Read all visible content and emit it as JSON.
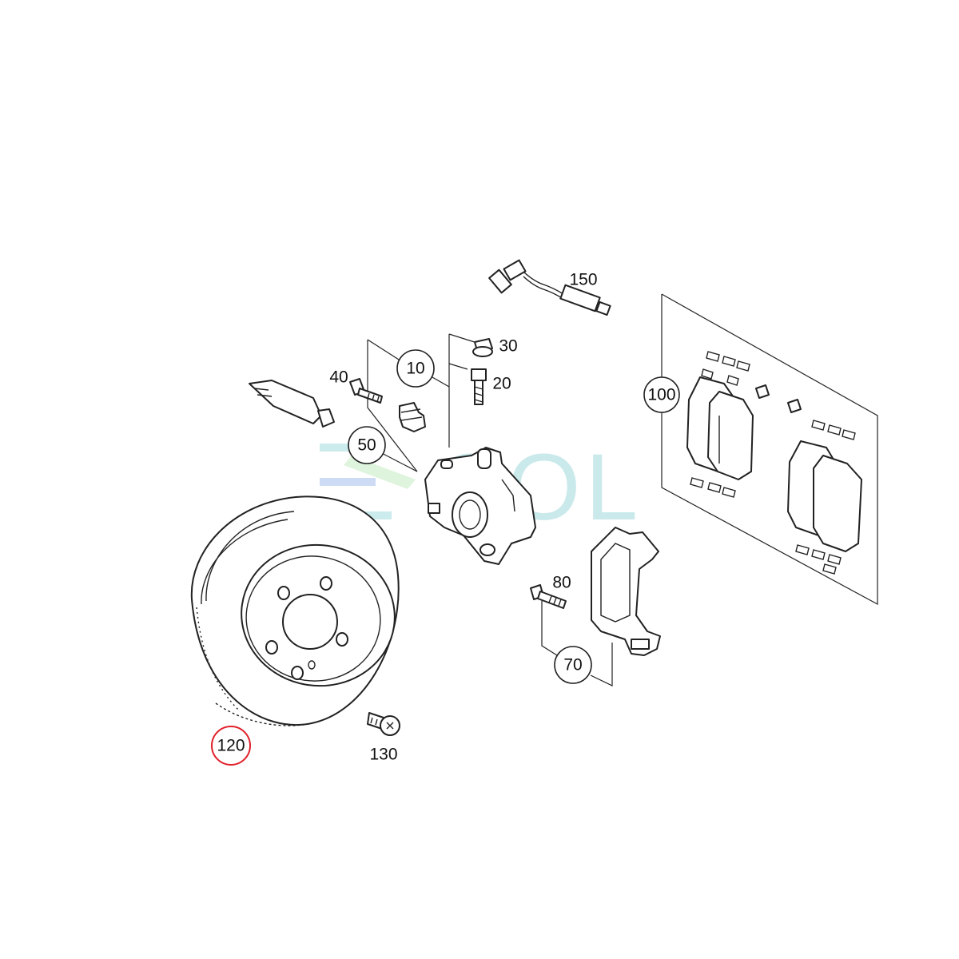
{
  "callouts": {
    "c150": "150",
    "c30": "30",
    "c10": "10",
    "c40": "40",
    "c20": "20",
    "c100": "100",
    "c50": "50",
    "c80": "80",
    "c70": "70",
    "c120": "120",
    "c130": "130"
  },
  "highlighted_callout": "120",
  "watermark": {
    "text": "SOL"
  },
  "colors": {
    "highlight": "#e0202a",
    "watermark": "#9fd8dc",
    "line": "#222222"
  }
}
